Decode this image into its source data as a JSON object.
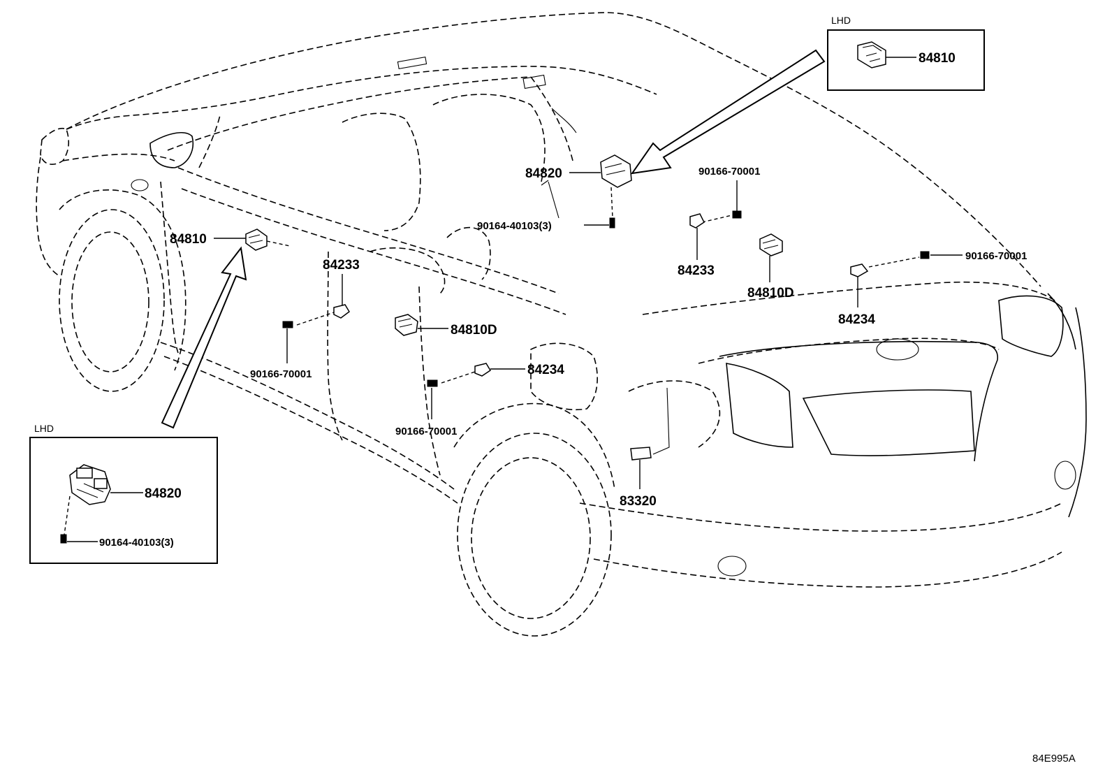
{
  "diagram": {
    "inset_top": {
      "heading": "LHD",
      "part": "84810"
    },
    "inset_bottom": {
      "heading": "LHD",
      "part_switch": "84820",
      "part_screw": "90164-40103(3)"
    },
    "labels": {
      "p84820_main": "84820",
      "p90164_main": "90164-40103(3)",
      "p84810_left": "84810",
      "p84233_left": "84233",
      "p90166_left": "90166-70001",
      "p84810D_center": "84810D",
      "p84234_center": "84234",
      "p90166_center": "90166-70001",
      "p83320": "83320",
      "p90166_right_top": "90166-70001",
      "p84233_right": "84233",
      "p84810D_right": "84810D",
      "p90166_right": "90166-70001",
      "p84234_right": "84234"
    },
    "reference_code": "84E995A"
  }
}
